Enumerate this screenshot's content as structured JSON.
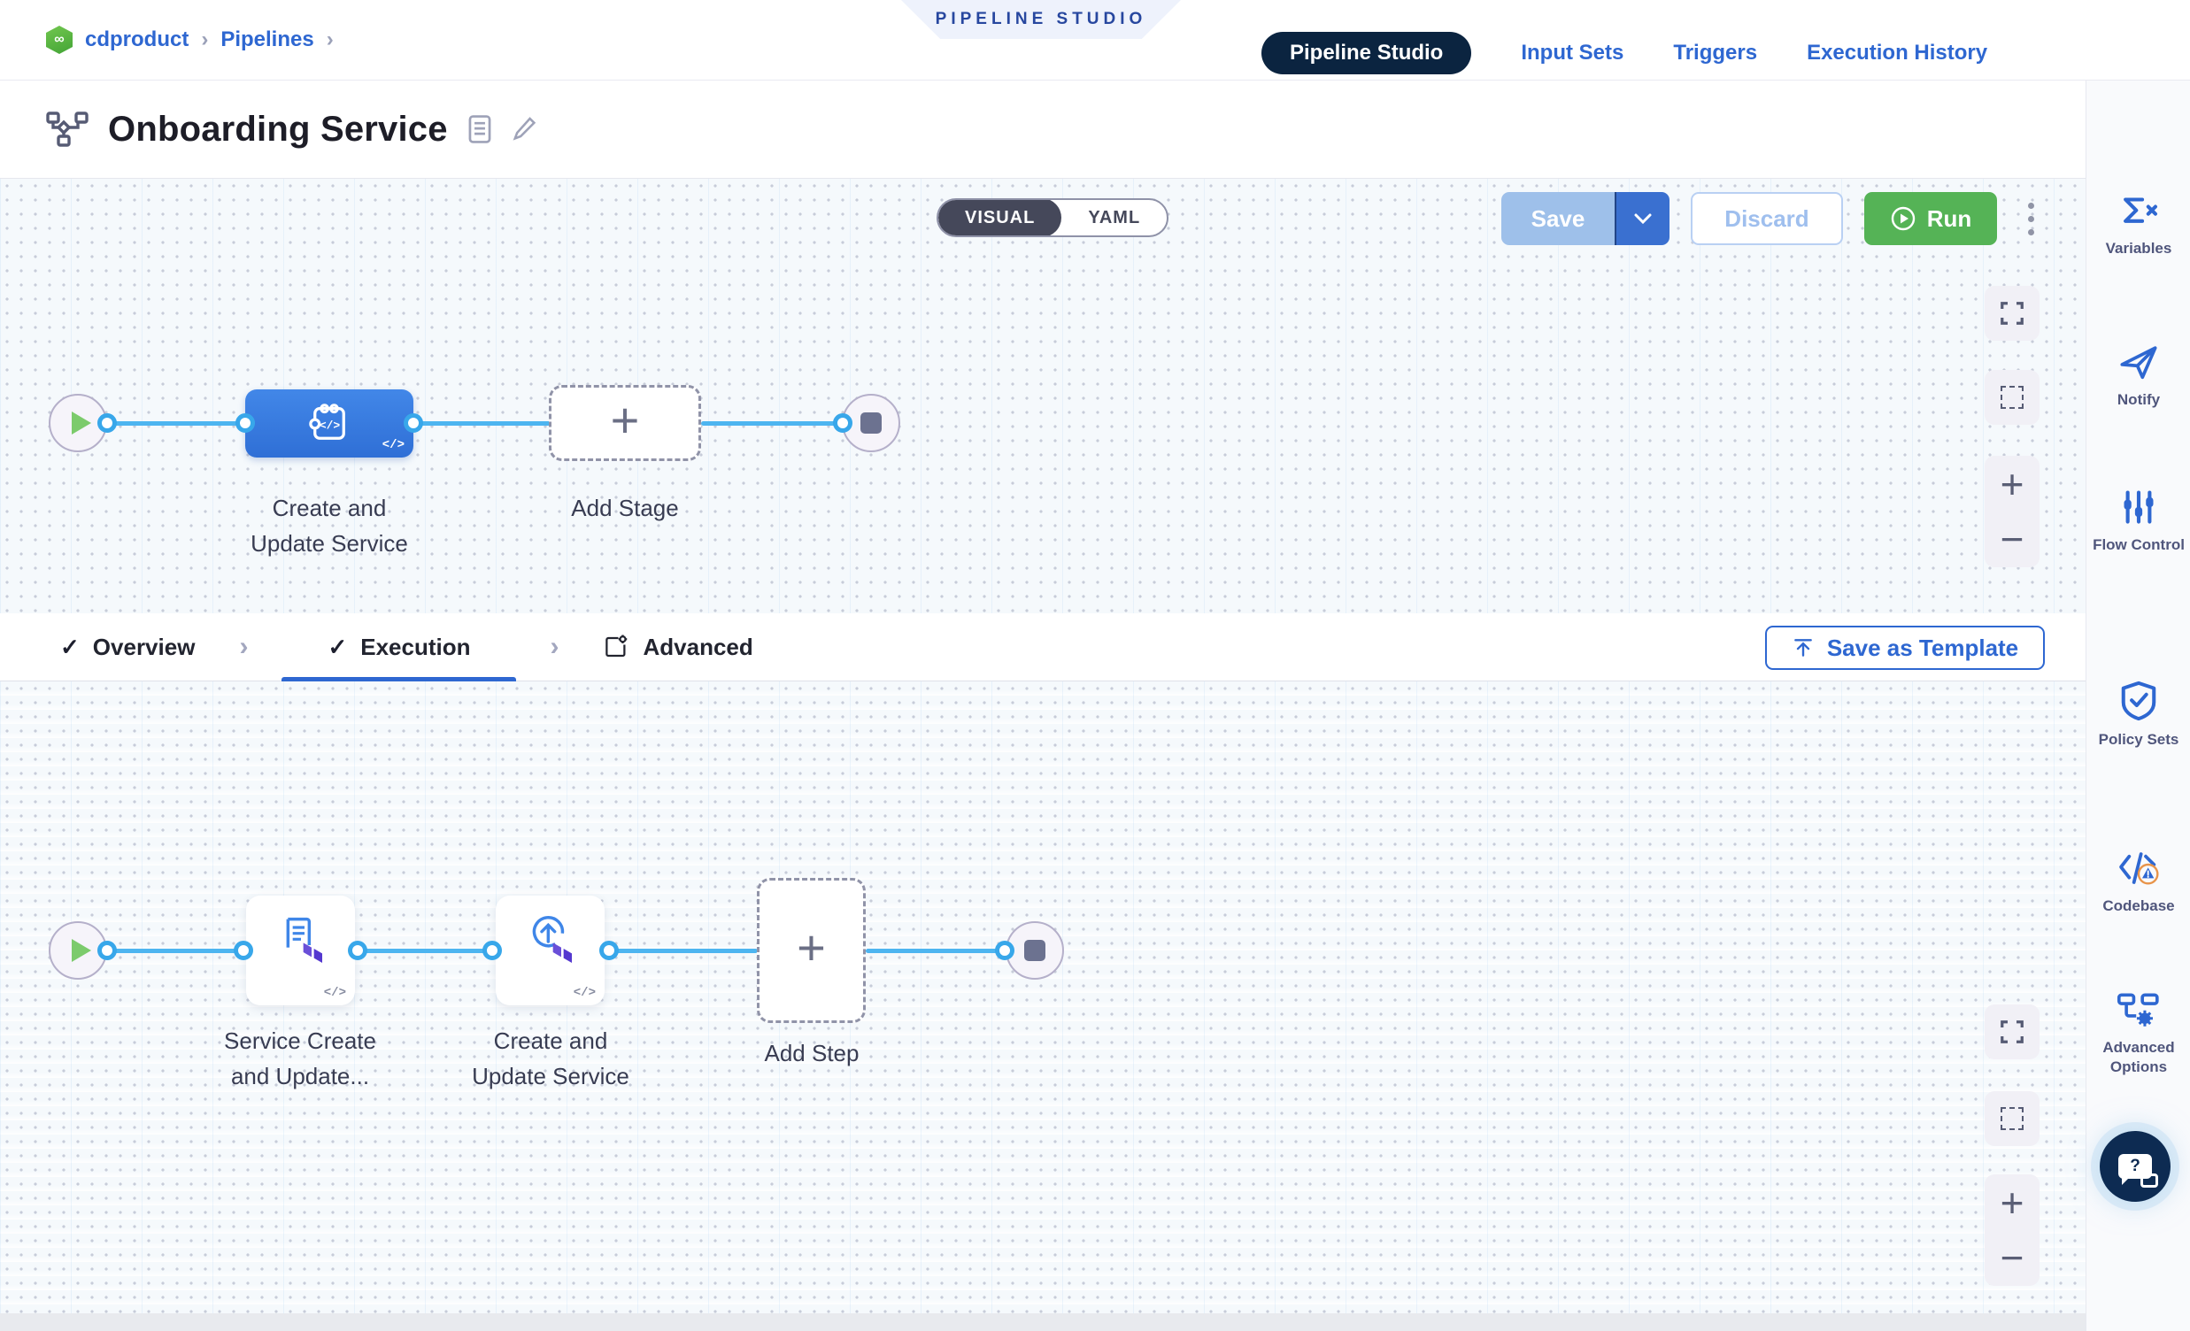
{
  "breadcrumb": {
    "project": "cdproduct",
    "section": "Pipelines",
    "separator": "›"
  },
  "studio_badge": {
    "label": "PIPELINE STUDIO"
  },
  "nav_tabs": [
    {
      "label": "Pipeline Studio",
      "active": true
    },
    {
      "label": "Input Sets",
      "active": false
    },
    {
      "label": "Triggers",
      "active": false
    },
    {
      "label": "Execution History",
      "active": false
    }
  ],
  "header": {
    "title": "Onboarding Service",
    "mode_toggle": {
      "visual": "VISUAL",
      "yaml": "YAML"
    },
    "actions": {
      "save": "Save",
      "discard": "Discard",
      "run": "Run"
    }
  },
  "stage_canvas": {
    "stage": {
      "line1": "Create and",
      "line2": "Update Service",
      "code_badge": "</>"
    },
    "add_stage": "Add Stage"
  },
  "section_tabs": {
    "overview": "Overview",
    "execution": "Execution",
    "advanced": "Advanced",
    "check": "✓",
    "separator": "›"
  },
  "template_button": {
    "label": "Save as Template"
  },
  "step_canvas": {
    "step1": {
      "line1": "Service Create",
      "line2": "and Update...",
      "code_badge": "</>"
    },
    "step2": {
      "line1": "Create and",
      "line2": "Update Service",
      "code_badge": "</>"
    },
    "add_step": "Add Step"
  },
  "sidebar": {
    "items": [
      {
        "label": "Variables",
        "icon": "sigma-x-icon"
      },
      {
        "label": "Notify",
        "icon": "paper-plane-icon"
      },
      {
        "label": "Flow Control",
        "icon": "sliders-icon"
      },
      {
        "label": "Policy Sets",
        "icon": "shield-check-icon"
      },
      {
        "label": "Codebase",
        "icon": "code-warning-icon"
      },
      {
        "label": "Advanced Options",
        "icon": "flowchart-gear-icon"
      }
    ]
  },
  "colors": {
    "accent_blue": "#2e67d1",
    "navy": "#0b2440",
    "run_green": "#55b356",
    "edge_blue": "#4db5f0",
    "stage_blue": "#3b7de2",
    "canvas_bg": "#f5f9fc",
    "warning_orange": "#e8944a"
  }
}
